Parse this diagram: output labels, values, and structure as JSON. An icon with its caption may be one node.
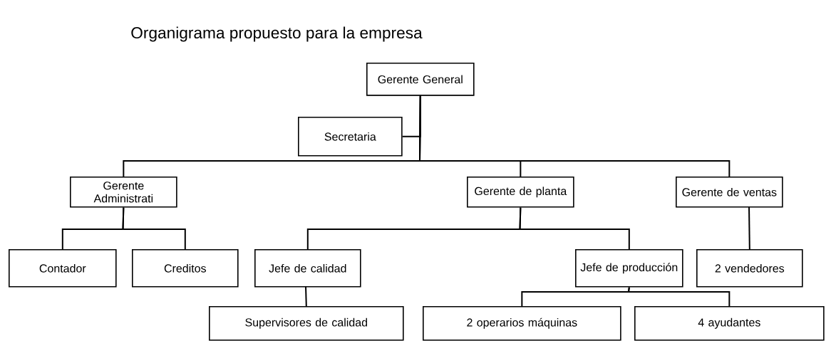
{
  "diagram": {
    "title": "Organigrama propuesto para la empresa",
    "nodes": [
      {
        "text": [
          "Gerente General"
        ]
      },
      {
        "text": [
          "Secretaria"
        ]
      },
      {
        "text": [
          "Gerente Administrati"
        ]
      },
      {
        "text": [
          "Gerente de planta"
        ]
      },
      {
        "text": [
          "Gerente de ventas"
        ]
      },
      {
        "text": [
          "Contador"
        ]
      },
      {
        "text": [
          "Creditos"
        ]
      },
      {
        "text": [
          "Jefe de calidad"
        ]
      },
      {
        "text": [
          "Jefe de producción"
        ]
      },
      {
        "text": [
          "2 vendedores"
        ]
      },
      {
        "text": [
          "Supervisores de calidad"
        ]
      },
      {
        "text": [
          "2 operarios máquinas"
        ]
      },
      {
        "text": [
          "4 ayudantes"
        ]
      }
    ],
    "edges": [
      {
        "from": 0,
        "to": 1,
        "arrow": "none"
      },
      {
        "from": 0,
        "to": 2,
        "arrow": "none"
      },
      {
        "from": 0,
        "to": 3,
        "arrow": "none"
      },
      {
        "from": 0,
        "to": 4,
        "arrow": "none"
      },
      {
        "from": 2,
        "to": 5,
        "arrow": "none"
      },
      {
        "from": 2,
        "to": 6,
        "arrow": "none"
      },
      {
        "from": 3,
        "to": 7,
        "arrow": "none"
      },
      {
        "from": 3,
        "to": 8,
        "arrow": "none"
      },
      {
        "from": 4,
        "to": 9,
        "arrow": "none"
      },
      {
        "from": 7,
        "to": 10,
        "arrow": "none"
      },
      {
        "from": 8,
        "to": 11,
        "arrow": "none"
      },
      {
        "from": 8,
        "to": 12,
        "arrow": "none"
      }
    ]
  }
}
